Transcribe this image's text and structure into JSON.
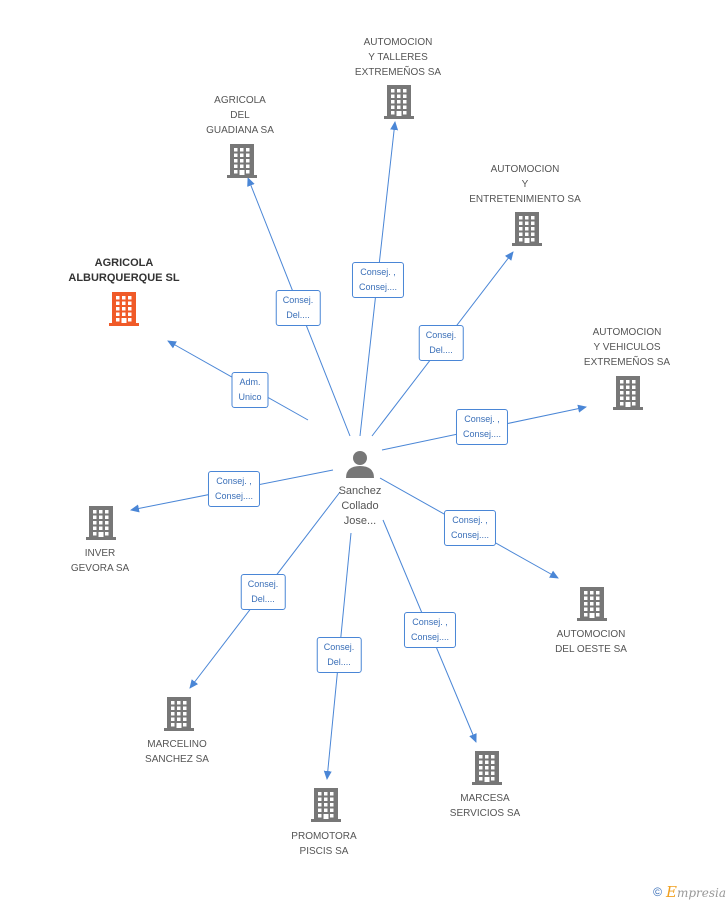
{
  "colors": {
    "edge": "#4a86d6",
    "building": "#777777",
    "building_highlight": "#f05a28",
    "person": "#777777"
  },
  "center": {
    "icon": "person-icon",
    "name_lines": [
      "Sanchez",
      "Collado",
      "Jose..."
    ]
  },
  "companies": [
    {
      "id": "agricola-alburquerque",
      "lines": [
        "AGRICOLA",
        "ALBURQUERQUE SL"
      ],
      "highlight": true,
      "icon": "building-icon"
    },
    {
      "id": "agricola-guadiana",
      "lines": [
        "AGRICOLA",
        "DEL",
        "GUADIANA SA"
      ],
      "highlight": false,
      "icon": "building-icon"
    },
    {
      "id": "automocion-talleres",
      "lines": [
        "AUTOMOCION",
        "Y TALLERES",
        "EXTREMEÑOS SA"
      ],
      "highlight": false,
      "icon": "building-icon"
    },
    {
      "id": "automocion-entretenimiento",
      "lines": [
        "AUTOMOCION",
        "Y",
        "ENTRETENIMIENTO SA"
      ],
      "highlight": false,
      "icon": "building-icon"
    },
    {
      "id": "automocion-vehiculos",
      "lines": [
        "AUTOMOCION",
        "Y VEHICULOS",
        "EXTREMEÑOS SA"
      ],
      "highlight": false,
      "icon": "building-icon"
    },
    {
      "id": "inver-gevora",
      "lines": [
        "INVER",
        "GEVORA SA"
      ],
      "highlight": false,
      "icon": "building-icon"
    },
    {
      "id": "automocion-oeste",
      "lines": [
        "AUTOMOCION",
        "DEL OESTE SA"
      ],
      "highlight": false,
      "icon": "building-icon"
    },
    {
      "id": "marcelino-sanchez",
      "lines": [
        "MARCELINO",
        "SANCHEZ SA"
      ],
      "highlight": false,
      "icon": "building-icon"
    },
    {
      "id": "promotora-piscis",
      "lines": [
        "PROMOTORA",
        "PISCIS SA"
      ],
      "highlight": false,
      "icon": "building-icon"
    },
    {
      "id": "marcesa-servicios",
      "lines": [
        "MARCESA",
        "SERVICIOS SA"
      ],
      "highlight": false,
      "icon": "building-icon"
    }
  ],
  "edges": [
    {
      "target": "agricola-alburquerque",
      "lines": [
        "Adm.",
        "Unico"
      ]
    },
    {
      "target": "agricola-guadiana",
      "lines": [
        "Consej.",
        "Del...."
      ]
    },
    {
      "target": "automocion-talleres",
      "lines": [
        "Consej. ,",
        "Consej...."
      ]
    },
    {
      "target": "automocion-entretenimiento",
      "lines": [
        "Consej.",
        "Del...."
      ]
    },
    {
      "target": "automocion-vehiculos",
      "lines": [
        "Consej. ,",
        "Consej...."
      ]
    },
    {
      "target": "inver-gevora",
      "lines": [
        "Consej. ,",
        "Consej...."
      ]
    },
    {
      "target": "automocion-oeste",
      "lines": [
        "Consej. ,",
        "Consej...."
      ]
    },
    {
      "target": "marcelino-sanchez",
      "lines": [
        "Consej.",
        "Del...."
      ]
    },
    {
      "target": "promotora-piscis",
      "lines": [
        "Consej.",
        "Del...."
      ]
    },
    {
      "target": "marcesa-servicios",
      "lines": [
        "Consej. ,",
        "Consej...."
      ]
    }
  ],
  "footer": {
    "copyright": "©",
    "brand_initial": "E",
    "brand_rest": "mpresia"
  }
}
